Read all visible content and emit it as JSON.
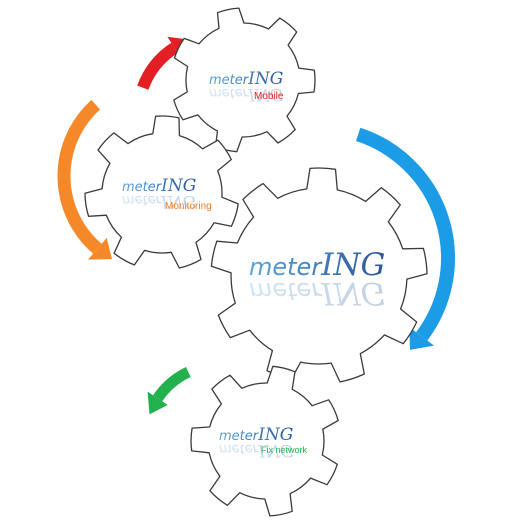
{
  "colors": {
    "gear_stroke": "#3a3a3a",
    "gear_fill": "#ffffff",
    "logo_light": "#5aa7e0",
    "logo_dark": "#2a5697",
    "arrow_red": "#e31e24",
    "arrow_orange": "#f5892a",
    "arrow_blue": "#1c9ce6",
    "arrow_green": "#22b14c"
  },
  "logo": {
    "prefix": "meter",
    "suffix": "ING"
  },
  "gears": [
    {
      "id": "mobile",
      "label": "Mobile",
      "label_color": "#e31e24",
      "icon": "gear-icon"
    },
    {
      "id": "monitoring",
      "label": "Monitoring",
      "label_color": "#f07e26",
      "icon": "gear-icon"
    },
    {
      "id": "main",
      "label": "",
      "label_color": "",
      "icon": "gear-icon"
    },
    {
      "id": "fix-network",
      "label": "Fix network",
      "label_color": "#22b14c",
      "icon": "gear-icon"
    }
  ],
  "arrows": [
    {
      "id": "red",
      "color": "#e31e24",
      "icon": "curved-arrow-icon"
    },
    {
      "id": "orange",
      "color": "#f5892a",
      "icon": "curved-arrow-icon"
    },
    {
      "id": "blue",
      "color": "#1c9ce6",
      "icon": "curved-arrow-icon"
    },
    {
      "id": "green",
      "color": "#22b14c",
      "icon": "curved-arrow-icon"
    }
  ]
}
